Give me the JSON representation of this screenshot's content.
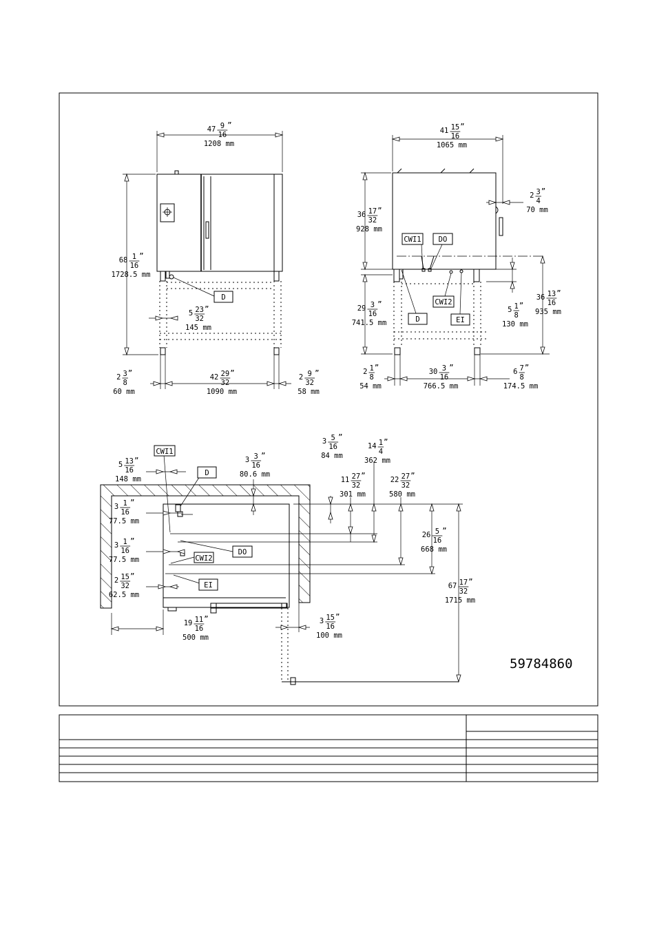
{
  "drawing_number": "59784860",
  "connection_labels": {
    "D": "D",
    "DO": "DO",
    "CWI1": "CWI1",
    "CWI2": "CWI2",
    "EI": "EI"
  },
  "front_view": {
    "width": {
      "imp_whole": "47",
      "imp_num": "9",
      "imp_den": "16",
      "mm": "1208 mm"
    },
    "height": {
      "imp_whole": "68",
      "imp_num": "1",
      "imp_den": "16",
      "mm": "1728.5 mm"
    },
    "drain_offset": {
      "imp_whole": "5",
      "imp_num": "23",
      "imp_den": "32",
      "mm": "145 mm"
    },
    "left_leg": {
      "imp_whole": "2",
      "imp_num": "3",
      "imp_den": "8",
      "mm": "60 mm"
    },
    "leg_span": {
      "imp_whole": "42",
      "imp_num": "29",
      "imp_den": "32",
      "mm": "1090 mm"
    },
    "right_leg": {
      "imp_whole": "2",
      "imp_num": "9",
      "imp_den": "32",
      "mm": "58 mm"
    }
  },
  "side_view": {
    "depth": {
      "imp_whole": "41",
      "imp_num": "15",
      "imp_den": "16",
      "mm": "1065 mm"
    },
    "handle": {
      "imp_whole": "2",
      "imp_num": "3",
      "imp_den": "4",
      "mm": "70 mm"
    },
    "body_height": {
      "imp_whole": "36",
      "imp_num": "17",
      "imp_den": "32",
      "mm": "928 mm"
    },
    "stand_height": {
      "imp_whole": "29",
      "imp_num": "3",
      "imp_den": "16",
      "mm": "741.5 mm"
    },
    "inlet_drop": {
      "imp_whole": "5",
      "imp_num": "1",
      "imp_den": "8",
      "mm": "130 mm"
    },
    "total_to_floor": {
      "imp_whole": "36",
      "imp_num": "13",
      "imp_den": "16",
      "mm": "935 mm"
    },
    "front_leg": {
      "imp_whole": "2",
      "imp_num": "1",
      "imp_den": "8",
      "mm": "54 mm"
    },
    "leg_span": {
      "imp_whole": "30",
      "imp_num": "3",
      "imp_den": "16",
      "mm": "766.5 mm"
    },
    "rear_leg": {
      "imp_whole": "6",
      "imp_num": "7",
      "imp_den": "8",
      "mm": "174.5 mm"
    }
  },
  "top_view": {
    "cwi1_offset": {
      "imp_whole": "5",
      "imp_num": "13",
      "imp_den": "16",
      "mm": "148 mm"
    },
    "d_offset": {
      "imp_whole": "3",
      "imp_num": "3",
      "imp_den": "16",
      "mm": "80.6 mm"
    },
    "r1": {
      "imp_whole": "3",
      "imp_num": "5",
      "imp_den": "16",
      "mm": "84 mm"
    },
    "r2": {
      "imp_whole": "14",
      "imp_num": "1",
      "imp_den": "4",
      "mm": "362 mm"
    },
    "r3": {
      "imp_whole": "11",
      "imp_num": "27",
      "imp_den": "32",
      "mm": "301 mm"
    },
    "r4": {
      "imp_whole": "22",
      "imp_num": "27",
      "imp_den": "32",
      "mm": "580 mm"
    },
    "r5": {
      "imp_whole": "26",
      "imp_num": "5",
      "imp_den": "16",
      "mm": "668 mm"
    },
    "r6": {
      "imp_whole": "67",
      "imp_num": "17",
      "imp_den": "32",
      "mm": "1715 mm"
    },
    "l1": {
      "imp_whole": "3",
      "imp_num": "1",
      "imp_den": "16",
      "mm": "77.5 mm"
    },
    "l2": {
      "imp_whole": "3",
      "imp_num": "1",
      "imp_den": "16",
      "mm": "77.5 mm"
    },
    "l3": {
      "imp_whole": "2",
      "imp_num": "15",
      "imp_den": "32",
      "mm": "62.5 mm"
    },
    "clearance": {
      "imp_whole": "19",
      "imp_num": "11",
      "imp_den": "16",
      "mm": "500 mm"
    },
    "door": {
      "imp_whole": "3",
      "imp_num": "15",
      "imp_den": "16",
      "mm": "100 mm"
    }
  }
}
